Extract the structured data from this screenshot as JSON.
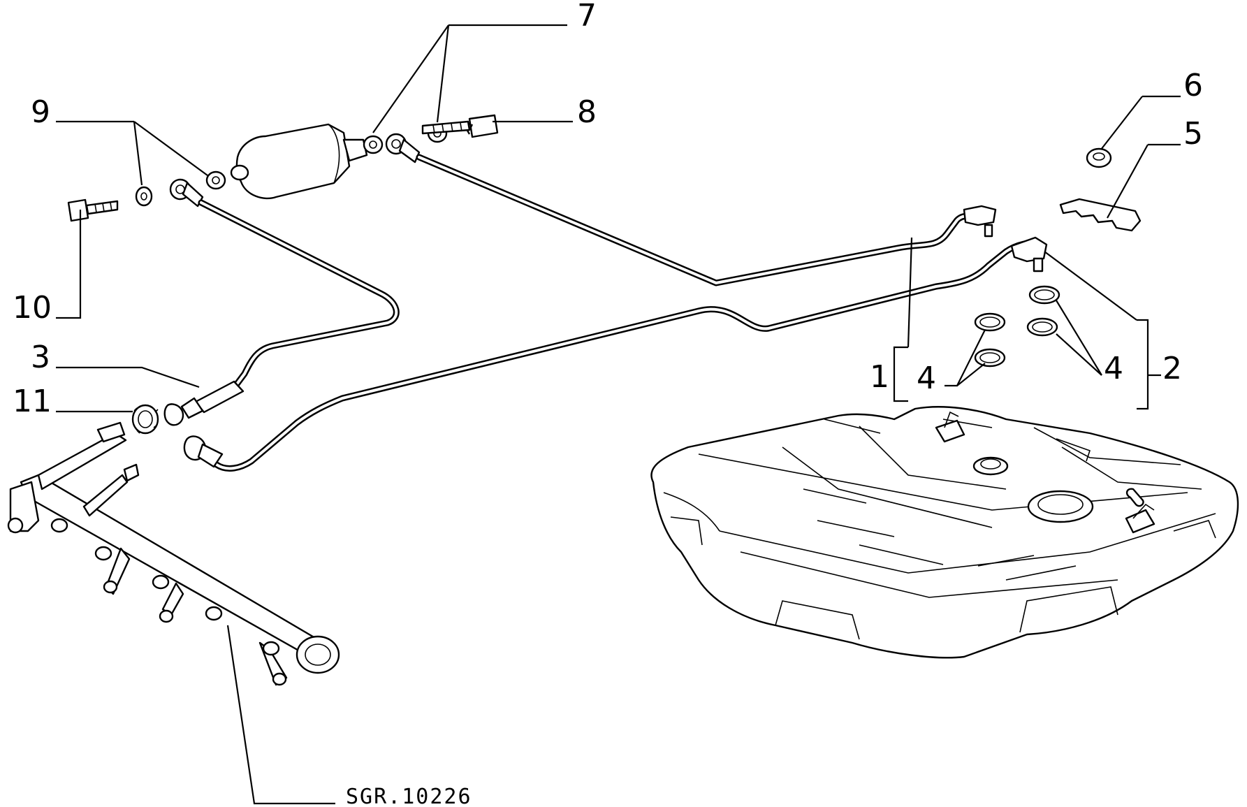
{
  "diagram": {
    "reference_code": "SGR.10226",
    "callouts": {
      "c1": "1",
      "c2": "2",
      "c3": "3",
      "c4a": "4",
      "c4b": "4",
      "c5": "5",
      "c6": "6",
      "c7": "7",
      "c8": "8",
      "c9": "9",
      "c10": "10",
      "c11": "11"
    },
    "line_color": "#000000",
    "background_color": "#ffffff"
  }
}
